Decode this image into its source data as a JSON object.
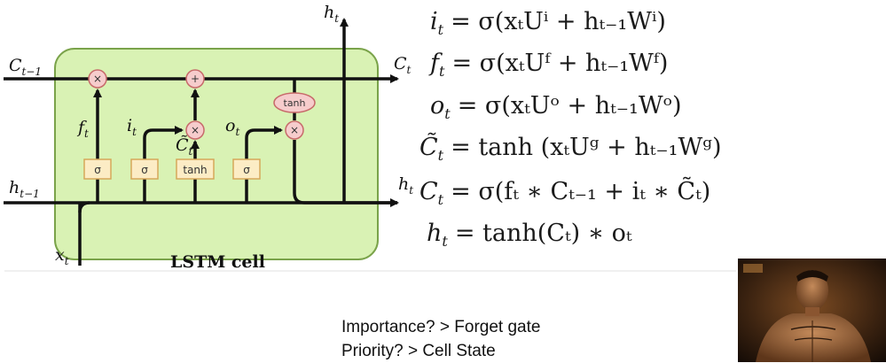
{
  "diagram": {
    "title": "LSTM cell",
    "labels": {
      "c_prev": "C",
      "c_prev_sub": "t−1",
      "c_next": "C",
      "c_next_sub": "t",
      "h_prev": "h",
      "h_prev_sub": "t−1",
      "h_next": "h",
      "h_next_sub": "t",
      "h_top": "h",
      "h_top_sub": "t",
      "x_in": "x",
      "x_in_sub": "t",
      "f": "f",
      "f_sub": "t",
      "i": "i",
      "i_sub": "t",
      "c_tilde": "C̃",
      "c_tilde_sub": "t",
      "o": "o",
      "o_sub": "t"
    },
    "gates": [
      "σ",
      "σ",
      "tanh",
      "σ"
    ],
    "ops": {
      "mul": "×",
      "add": "+",
      "tanh": "tanh"
    }
  },
  "equations": {
    "i": {
      "lhs": "i",
      "sub": "t",
      "rhs": "= σ(xₜUⁱ + hₜ₋₁Wⁱ)"
    },
    "f": {
      "lhs": "f",
      "sub": "t",
      "rhs": "= σ(xₜUᶠ + hₜ₋₁Wᶠ)"
    },
    "o": {
      "lhs": "o",
      "sub": "t",
      "rhs": "= σ(xₜUᵒ + hₜ₋₁Wᵒ)"
    },
    "c_tilde": {
      "lhs": "C̃",
      "sub": "t",
      "rhs": "= tanh (xₜUᵍ + hₜ₋₁Wᵍ)"
    },
    "c": {
      "lhs": "C",
      "sub": "t",
      "rhs": "= σ(fₜ ∗ Cₜ₋₁ + iₜ ∗ C̃ₜ)"
    },
    "h": {
      "lhs": "h",
      "sub": "t",
      "rhs": "= tanh(Cₜ) ∗ oₜ"
    }
  },
  "caption": {
    "line1": "Importance? > Forget gate",
    "line2": "Priority? > Cell State"
  },
  "colors": {
    "cell_fill": "#d9f2b4",
    "cell_stroke": "#7aa34a",
    "op_fill": "#f6cccc",
    "op_stroke": "#c76a6a",
    "gate_fill": "#fcecc5",
    "gate_stroke": "#d6a85a"
  }
}
